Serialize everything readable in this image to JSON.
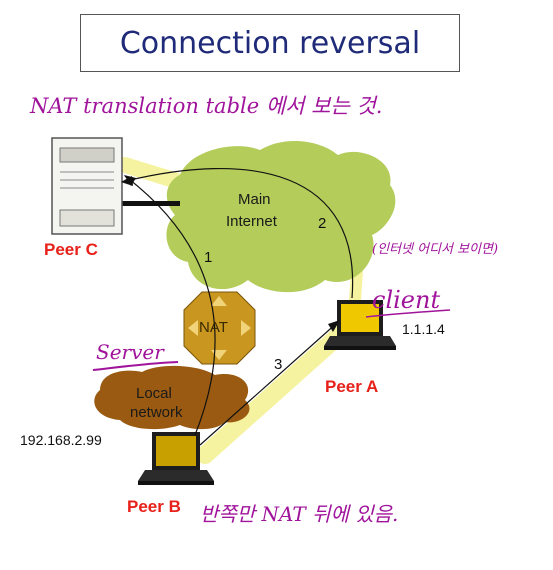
{
  "title": "Connection reversal",
  "handwriting": {
    "top_note": "NAT translation table 에서 보는 것.",
    "server_note": "Server",
    "client_note": "client",
    "right_note": "(인터넷 어디서 보이면)",
    "bottom_note": "반쪽만 NAT 뒤에 있음."
  },
  "nodes": {
    "peer_c": "Peer C",
    "peer_a": "Peer A",
    "peer_b": "Peer B",
    "nat": "NAT",
    "main_internet_line1": "Main",
    "main_internet_line2": "Internet",
    "local_network_line1": "Local",
    "local_network_line2": "network",
    "peer_a_ip": "1.1.1.4",
    "peer_b_ip": "192.168.2.99"
  },
  "steps": {
    "step1": "1",
    "step2": "2",
    "step3": "3"
  },
  "colors": {
    "title_text": "#1f2a78",
    "peer_label": "#e8201a",
    "handwriting": "#a0139b",
    "internet_cloud": "#b3cc5a",
    "local_cloud": "#9a5a12",
    "nat_fill": "#c9961f",
    "highlight_path": "#f6f3a0"
  }
}
